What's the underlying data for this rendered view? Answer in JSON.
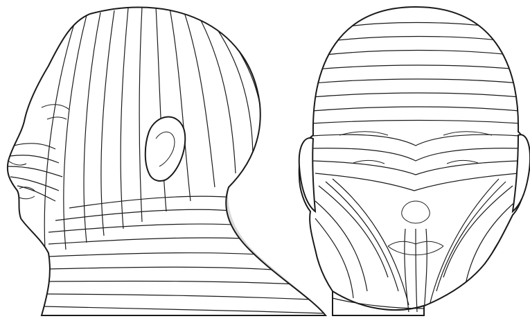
{
  "figures": [
    {
      "view": "profile",
      "facing": "left"
    },
    {
      "view": "frontal",
      "facing": "viewer"
    }
  ],
  "colors": {
    "background": "#ffffff",
    "line": "#1a1a1a",
    "shadow": "#d9d9d9"
  }
}
